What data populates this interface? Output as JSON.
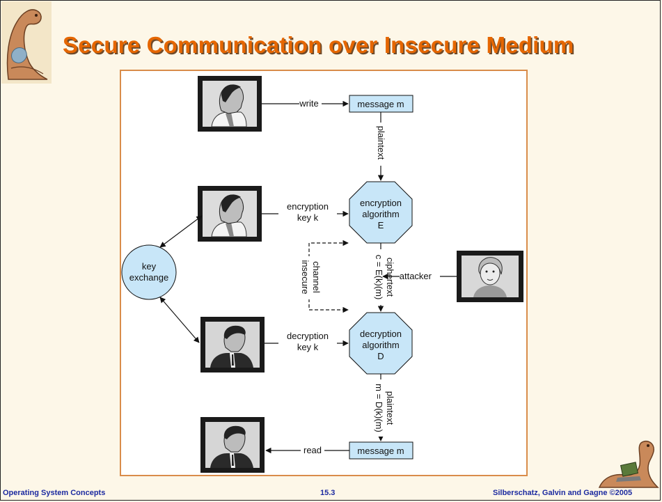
{
  "slide": {
    "title": "Secure Communication over Insecure Medium"
  },
  "diagram": {
    "write_label": "write",
    "read_label": "read",
    "message_top": "message m",
    "message_bottom": "message m",
    "plaintext_top": "plaintext",
    "encryption_key": [
      "encryption",
      "key k"
    ],
    "encryption_algorithm": [
      "encryption",
      "algorithm",
      "E"
    ],
    "decryption_key": [
      "decryption",
      "key k"
    ],
    "decryption_algorithm": [
      "decryption",
      "algorithm",
      "D"
    ],
    "key_exchange": [
      "key",
      "exchange"
    ],
    "insecure_channel": [
      "insecure",
      "channel"
    ],
    "ciphertext": [
      "ciphertext",
      "c = E(k)(m)"
    ],
    "attacker_label": "attacker",
    "plaintext_bottom": [
      "plaintext",
      "m = D(k)(m)"
    ],
    "colors": {
      "node_fill": "#c8e6f8",
      "title": "#e56600",
      "panel_border": "#d98c4a",
      "footer": "#1c2aa0"
    }
  },
  "footer": {
    "left": "Operating System Concepts",
    "center": "15.3",
    "right": "Silberschatz, Galvin and Gagne ©2005"
  }
}
